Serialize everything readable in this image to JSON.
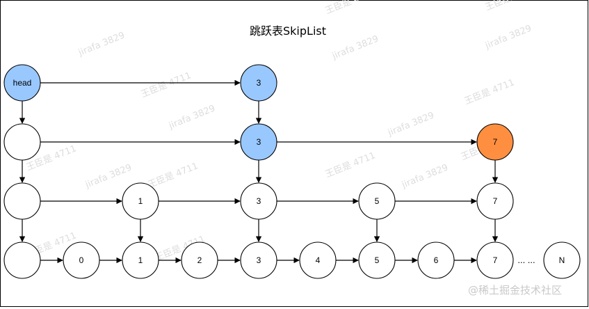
{
  "title": "跳跃表SkipList",
  "ellipsis": "... ...",
  "credit": "@稀土掘金技术社区",
  "watermarks": [
    "王臣是 4711",
    "jirafa 3829"
  ],
  "colors": {
    "blue": "#99c8ff",
    "orange": "#ff8f40",
    "white": "#ffffff",
    "border": "#000000"
  },
  "levels": [
    {
      "name": "level-3",
      "nodes": [
        {
          "id": "l3-head",
          "label": "head",
          "fill": "blue"
        },
        {
          "id": "l3-3",
          "label": "3",
          "fill": "blue"
        }
      ]
    },
    {
      "name": "level-2",
      "nodes": [
        {
          "id": "l2-head",
          "label": "",
          "fill": "white"
        },
        {
          "id": "l2-3",
          "label": "3",
          "fill": "blue"
        },
        {
          "id": "l2-7",
          "label": "7",
          "fill": "orange"
        }
      ]
    },
    {
      "name": "level-1",
      "nodes": [
        {
          "id": "l1-head",
          "label": "",
          "fill": "white"
        },
        {
          "id": "l1-1",
          "label": "1",
          "fill": "white"
        },
        {
          "id": "l1-3",
          "label": "3",
          "fill": "white"
        },
        {
          "id": "l1-5",
          "label": "5",
          "fill": "white"
        },
        {
          "id": "l1-7",
          "label": "7",
          "fill": "white"
        }
      ]
    },
    {
      "name": "level-0",
      "nodes": [
        {
          "id": "l0-head",
          "label": "",
          "fill": "white"
        },
        {
          "id": "l0-0",
          "label": "0",
          "fill": "white"
        },
        {
          "id": "l0-1",
          "label": "1",
          "fill": "white"
        },
        {
          "id": "l0-2",
          "label": "2",
          "fill": "white"
        },
        {
          "id": "l0-3",
          "label": "3",
          "fill": "white"
        },
        {
          "id": "l0-4",
          "label": "4",
          "fill": "white"
        },
        {
          "id": "l0-5",
          "label": "5",
          "fill": "white"
        },
        {
          "id": "l0-6",
          "label": "6",
          "fill": "white"
        },
        {
          "id": "l0-7",
          "label": "7",
          "fill": "white"
        },
        {
          "id": "l0-n",
          "label": "N",
          "fill": "white"
        }
      ]
    }
  ],
  "edges": [
    [
      "l3-head",
      "l3-3"
    ],
    [
      "l2-head",
      "l2-3"
    ],
    [
      "l2-3",
      "l2-7"
    ],
    [
      "l1-head",
      "l1-1"
    ],
    [
      "l1-1",
      "l1-3"
    ],
    [
      "l1-3",
      "l1-5"
    ],
    [
      "l1-5",
      "l1-7"
    ],
    [
      "l0-head",
      "l0-0"
    ],
    [
      "l0-0",
      "l0-1"
    ],
    [
      "l0-1",
      "l0-2"
    ],
    [
      "l0-2",
      "l0-3"
    ],
    [
      "l0-3",
      "l0-4"
    ],
    [
      "l0-4",
      "l0-5"
    ],
    [
      "l0-5",
      "l0-6"
    ],
    [
      "l0-6",
      "l0-7"
    ],
    [
      "l3-head",
      "l2-head"
    ],
    [
      "l2-head",
      "l1-head"
    ],
    [
      "l1-head",
      "l0-head"
    ],
    [
      "l3-3",
      "l2-3"
    ],
    [
      "l2-3",
      "l1-3"
    ],
    [
      "l1-3",
      "l0-3"
    ],
    [
      "l2-7",
      "l1-7"
    ],
    [
      "l1-7",
      "l0-7"
    ],
    [
      "l1-1",
      "l0-1"
    ],
    [
      "l1-5",
      "l0-5"
    ]
  ]
}
